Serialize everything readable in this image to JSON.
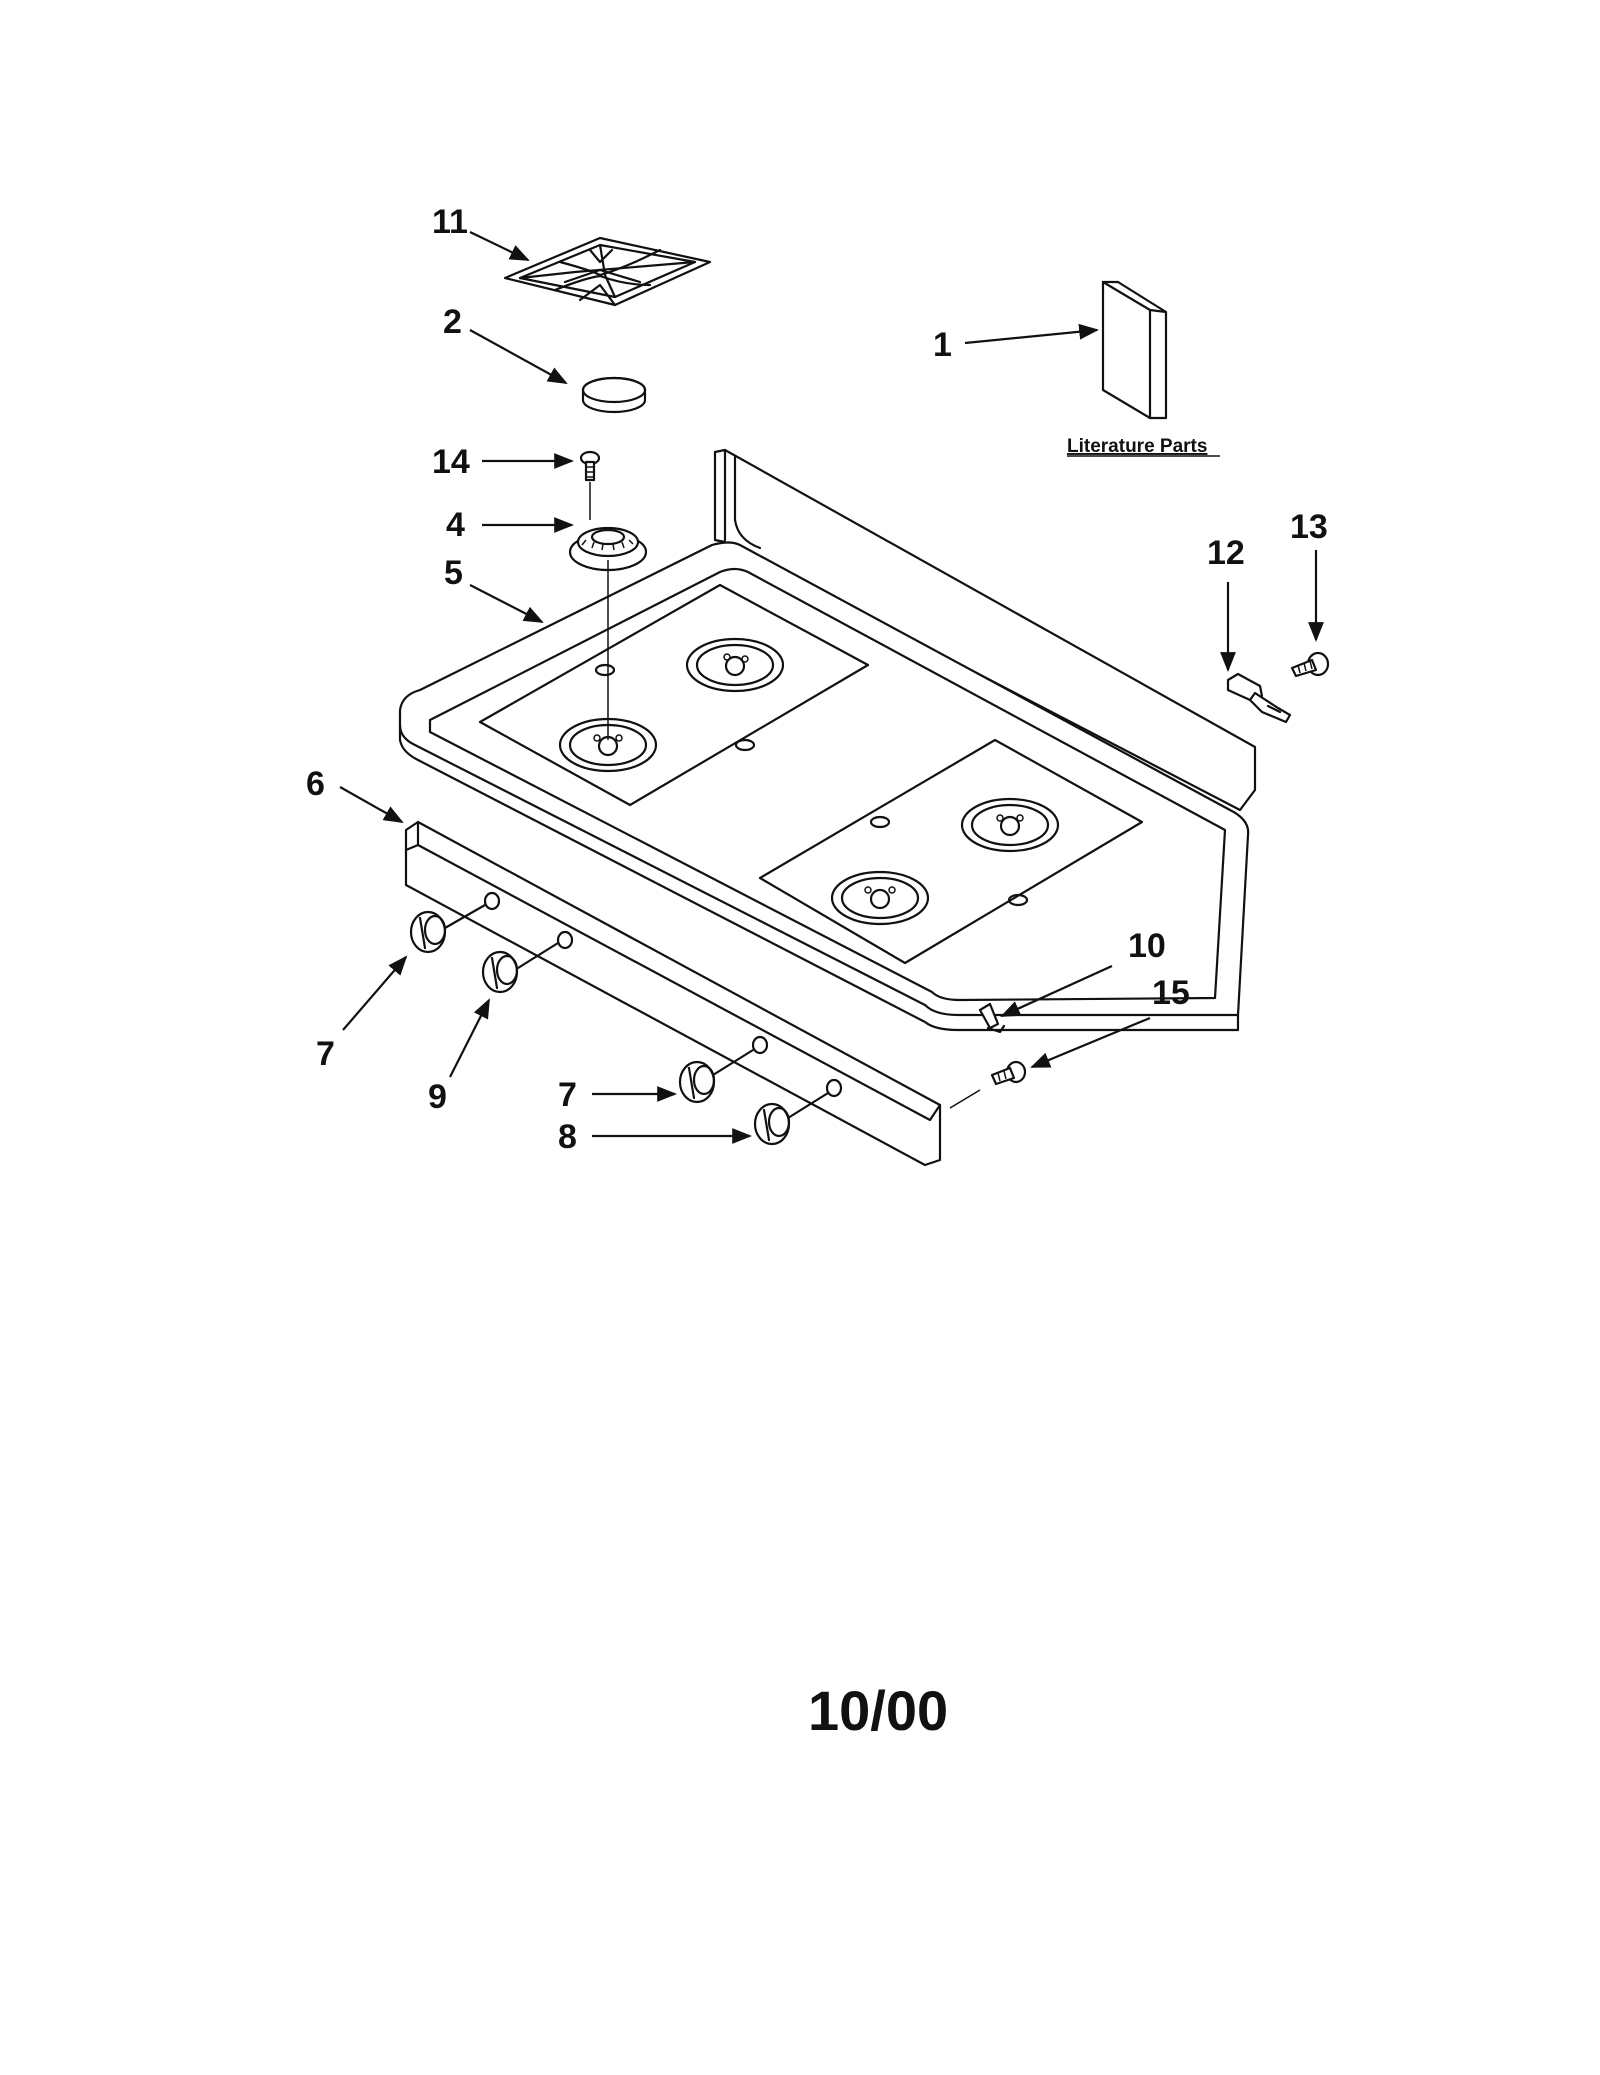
{
  "diagram": {
    "labels": {
      "l11": "11",
      "l2": "2",
      "l14": "14",
      "l4": "4",
      "l5": "5",
      "l1": "1",
      "l13": "13",
      "l12": "12",
      "l6": "6",
      "l10": "10",
      "l15": "15",
      "l7a": "7",
      "l9": "9",
      "l7b": "7",
      "l8": "8"
    },
    "literature_caption": "Literature Parts",
    "revision_date": "10/00"
  }
}
